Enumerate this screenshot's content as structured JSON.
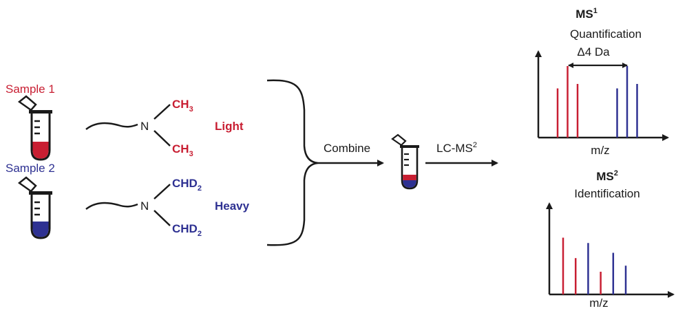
{
  "colors": {
    "light": "#c81e32",
    "heavy": "#2e3192",
    "ink": "#1a1a1a"
  },
  "samples": [
    {
      "label": "Sample 1",
      "fill": "#c81e32"
    },
    {
      "label": "Sample 2",
      "fill": "#2e3192"
    }
  ],
  "labels": {
    "light": {
      "n": "N",
      "group_top": "CH",
      "group_top_sub": "3",
      "group_bottom": "CH",
      "group_bottom_sub": "3",
      "name": "Light"
    },
    "heavy": {
      "n": "N",
      "group_top": "CHD",
      "group_top_sub": "2",
      "group_bottom": "CHD",
      "group_bottom_sub": "2",
      "name": "Heavy"
    }
  },
  "process": {
    "combine": "Combine",
    "lcms": "LC-MS",
    "lcms_sup": "2"
  },
  "ms1": {
    "title": "MS",
    "title_sup": "1",
    "subtitle": "Quantification",
    "delta": "Δ4 Da",
    "xlabel": "m/z"
  },
  "ms2": {
    "title": "MS",
    "title_sup": "2",
    "subtitle": "Identification",
    "xlabel": "m/z"
  },
  "chart_data": [
    {
      "type": "bar",
      "title": "MS1",
      "subtitle": "Quantification",
      "xlabel": "m/z",
      "ylabel": "",
      "series": [
        {
          "name": "Light",
          "x": [
            1,
            2,
            3
          ],
          "values": [
            0.55,
            0.8,
            0.6
          ]
        },
        {
          "name": "Heavy",
          "x": [
            6,
            7,
            8
          ],
          "values": [
            0.55,
            0.8,
            0.6
          ]
        }
      ],
      "annotation": "Δ4 Da"
    },
    {
      "type": "bar",
      "title": "MS2",
      "subtitle": "Identification",
      "xlabel": "m/z",
      "ylabel": "",
      "peaks": [
        {
          "x": 1,
          "value": 0.75,
          "series": "Light"
        },
        {
          "x": 2,
          "value": 0.48,
          "series": "Light"
        },
        {
          "x": 3,
          "value": 0.68,
          "series": "Heavy"
        },
        {
          "x": 4,
          "value": 0.3,
          "series": "Light"
        },
        {
          "x": 5,
          "value": 0.55,
          "series": "Heavy"
        },
        {
          "x": 6,
          "value": 0.38,
          "series": "Heavy"
        }
      ]
    }
  ]
}
